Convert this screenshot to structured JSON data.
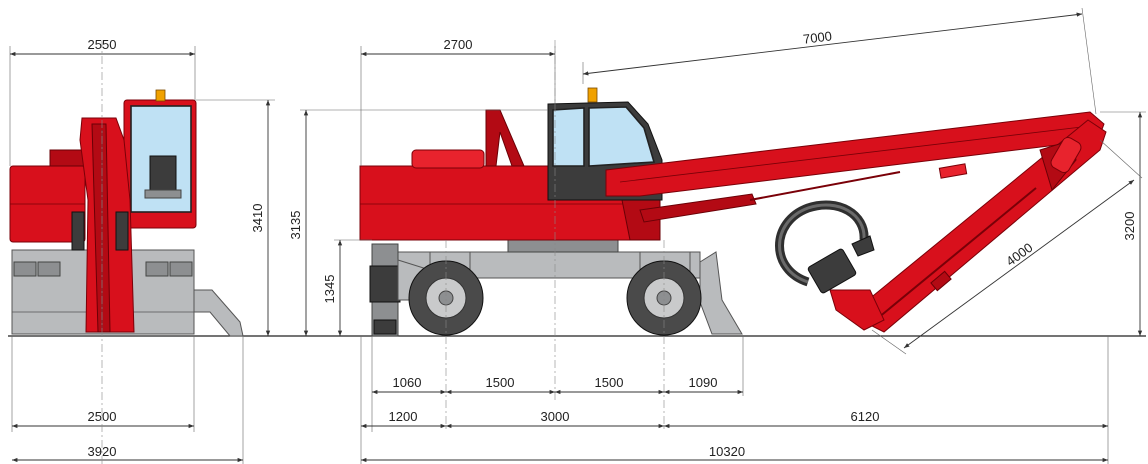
{
  "dimensions": {
    "front_top_width": "2550",
    "front_height": "3410",
    "front_track": "2500",
    "front_total_width": "3920",
    "side_tail": "2700",
    "side_cab_height": "3135",
    "side_ground_clear": "1345",
    "reach_arm": "7000",
    "stick_height": "3200",
    "stick_length": "4000",
    "seg_outrigger": "1060",
    "seg_half_wb_1": "1500",
    "seg_half_wb_2": "1500",
    "seg_blade": "1090",
    "seg_rear": "1200",
    "wheelbase": "3000",
    "front_reach": "6120",
    "overall_length": "10320"
  },
  "colors": {
    "body_red": "#d8101c",
    "undercarriage_grey": "#b9bbbd",
    "glass_blue": "#bfe1f4",
    "tyre_dark": "#4a4a4a",
    "beacon_amber": "#f0a100"
  }
}
